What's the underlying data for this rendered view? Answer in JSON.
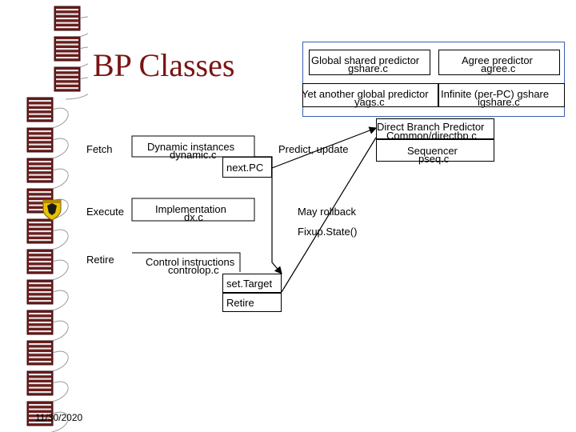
{
  "title": "BP Classes",
  "date": "11/30/2020",
  "stages": {
    "fetch": "Fetch",
    "execute": "Execute",
    "retire": "Retire"
  },
  "predictors": {
    "global_shared": {
      "name": "Global shared predictor",
      "file": "gshare.c"
    },
    "agree": {
      "name": "Agree predictor",
      "file": "agree.c"
    },
    "yet_another": {
      "name": "Yet another global predictor",
      "file": "yags.c"
    },
    "infinite": {
      "name": "Infinite (per-PC) gshare",
      "file": "igshare.c"
    }
  },
  "direct": {
    "name": "Direct Branch Predictor",
    "file": "Common/directbp.c"
  },
  "sequencer": {
    "name": "Sequencer",
    "file": "pseq.c"
  },
  "dynamic": {
    "name": "Dynamic instances",
    "file": "dynamic.c",
    "method": "next.PC"
  },
  "implementation": {
    "name": "Implementation",
    "file": "dx.c"
  },
  "control": {
    "name": "Control instructions",
    "file": "controlop.c",
    "methods": [
      "set.Target",
      "Retire"
    ]
  },
  "annotations": {
    "predict_update": "Predict, update",
    "may_rollback": "May rollback",
    "fixup": "Fixup.State()"
  }
}
